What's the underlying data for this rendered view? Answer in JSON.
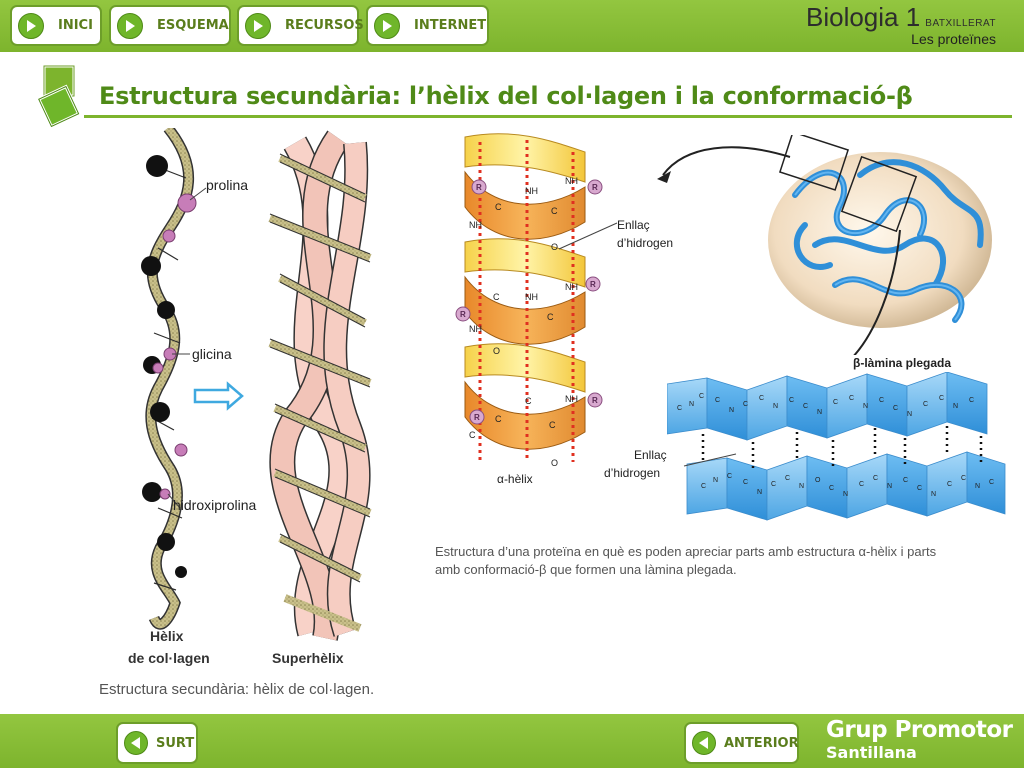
{
  "nav": {
    "inici": "INICI",
    "esquema": "ESQUEMA",
    "recursos": "RECURSOS",
    "internet": "INTERNET"
  },
  "brand": {
    "title": "Biologia 1",
    "level": "BATXILLERAT",
    "subtitle": "Les proteïnes"
  },
  "slide": {
    "title": "Estructura secundària: l’hèlix del col·lagen i la conformació-β"
  },
  "collagen_figure": {
    "label_prolina": "prolina",
    "label_glicina": "glicina",
    "label_hidroxiprolina": "hidroxiprolina",
    "label_helix_line1": "Hèlix",
    "label_helix_line2": "de col·lagen",
    "label_superhelix": "Superhèlix",
    "caption": "Estructura secundària: hèlix de col·lagen."
  },
  "alpha_figure": {
    "label_bond_line1": "Enllaç",
    "label_bond_line2": "d’hidrogen",
    "label_alpha": "α-hèlix",
    "atom_nh": "NH",
    "atom_c": "C",
    "atom_o": "O",
    "atom_r": "R"
  },
  "beta_figure": {
    "label_sheet": "β-làmina plegada",
    "label_bond_line1": "Enllaç",
    "label_bond_line2": "d’hidrogen"
  },
  "protein_caption": {
    "line1": "Estructura d’una proteïna en què es poden apreciar parts amb estructura α-hèlix i parts",
    "line2": "amb conformació-β que formen una làmina plegada."
  },
  "footer": {
    "surt": "SURT",
    "anterior": "ANTERIOR",
    "publisher_line1": "Grup Promotor",
    "publisher_line2": "Santillana"
  },
  "colors": {
    "brand_green": "#7db42d",
    "title_green": "#4f8a17",
    "helix_orange": "#f0a040",
    "sheet_blue": "#5aaee8",
    "hydrogen_bond_red": "#e03020",
    "residue_pink": "#c77db8"
  },
  "icons": {
    "nav_arrow": "play-right-icon",
    "back_arrow": "play-left-icon",
    "slide_icon": "stacked-squares-icon"
  }
}
